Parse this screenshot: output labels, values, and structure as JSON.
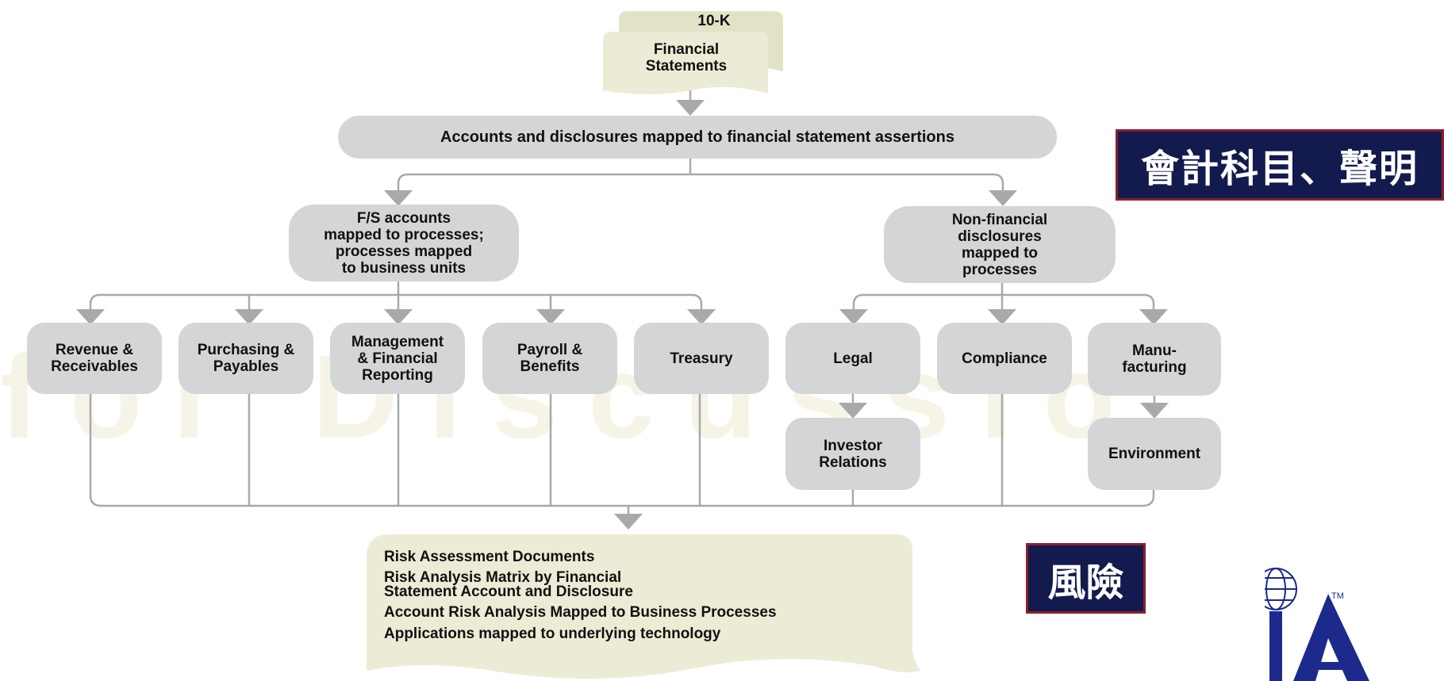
{
  "diagram": {
    "doc_top_label": "10-K",
    "doc_front_label": "Financial\nStatements",
    "assertions_label": "Accounts and disclosures mapped to financial statement assertions",
    "fs_accounts_label": "F/S accounts\nmapped to processes;\nprocesses mapped\nto business units",
    "nonfinancial_label": "Non-financial\ndisclosures\nmapped to\nprocesses",
    "processes": [
      "Revenue &\nReceivables",
      "Purchasing &\nPayables",
      "Management\n& Financial\nReporting",
      "Payroll &\nBenefits",
      "Treasury"
    ],
    "disclosures": [
      "Legal",
      "Compliance",
      "Manu-\nfacturing"
    ],
    "sub_disclosures": [
      "Investor\nRelations",
      "Environment"
    ],
    "risk_documents": [
      "Risk Assessment Documents",
      "Risk Analysis Matrix by Financial\nStatement Account and Disclosure",
      "Account Risk Analysis Mapped to Business Processes",
      "Applications mapped to underlying technology"
    ],
    "watermark": "for Discussio"
  },
  "tags": {
    "accounts_tag": "會計科目、聲明",
    "risk_tag": "風險"
  },
  "logo": {
    "icon": "globe-ia-logo",
    "trademark": "TM"
  },
  "colors": {
    "box_gray": "#d3d5d6",
    "doc_beige": "#ecebd5",
    "arrow_gray": "#a7a9ab",
    "tag_navy": "#131a4e",
    "tag_border": "#8b1f2c",
    "logo_blue": "#1c2a8c"
  }
}
